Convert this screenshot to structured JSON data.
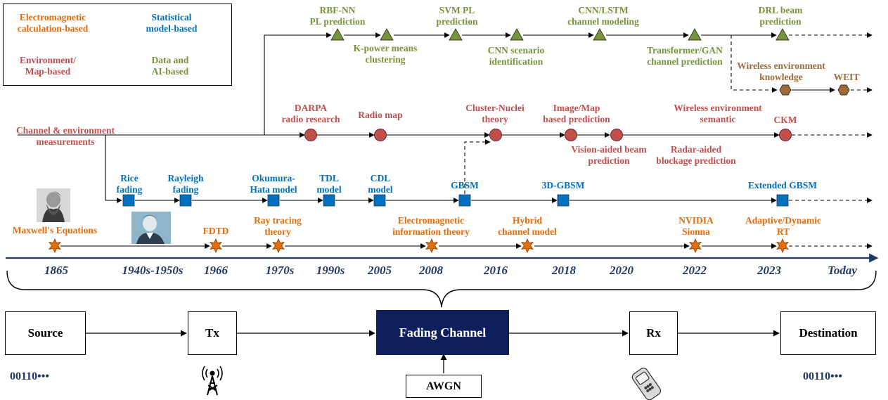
{
  "legend": {
    "em": "Electromagnetic\ncalculation-based",
    "stat": "Statistical\nmodel-based",
    "env": "Environment/\nMap-based",
    "ai": "Data and\nAI-based"
  },
  "timeline": {
    "years": [
      "1865",
      "1940s-1950s",
      "1966",
      "1970s",
      "1990s",
      "2005",
      "2008",
      "2016",
      "2018",
      "2020",
      "2022",
      "2023",
      "Today"
    ]
  },
  "em_track": [
    "Maxwell's Equations",
    "FDTD",
    "Ray tracing\ntheory",
    "Electromagnetic\ninformation theory",
    "Hybrid\nchannel model",
    "NVIDIA\nSionna",
    "Adaptive/Dynamic\nRT"
  ],
  "stat_track": [
    "Rice\nfading",
    "Rayleigh\nfading",
    "Okumura-\nHata model",
    "TDL\nmodel",
    "CDL\nmodel",
    "GBSM",
    "3D-GBSM",
    "Extended GBSM"
  ],
  "env_track": [
    "Channel & environment\nmeasurements",
    "DARPA\nradio research",
    "Radio map",
    "Cluster-Nuclei\ntheory",
    "Image/Map\nbased prediction",
    "Vision-aided beam\nprediction",
    "Radar-aided\nblockage prediction",
    "Wireless environment\nsemantic",
    "CKM"
  ],
  "ai_track": [
    "RBF-NN\nPL prediction",
    "K-power means\nclustering",
    "SVM PL\nprediction",
    "CNN scenario\nidentification",
    "CNN/LSTM\nchannel modeling",
    "Transformer/GAN\nchannel prediction",
    "DRL beam\nprediction"
  ],
  "weit_track": [
    "Wireless environment\nknowledge",
    "WEIT"
  ],
  "system": {
    "source": "Source",
    "tx": "Tx",
    "channel": "Fading Channel",
    "rx": "Rx",
    "destination": "Destination",
    "noise": "AWGN",
    "bits_in": "00110•••",
    "bits_out": "00110•••"
  },
  "colors": {
    "em": "#E46C0A",
    "stat": "#0070C0",
    "env": "#C0504D",
    "ai": "#77933C",
    "weit": "#9C6B3E",
    "axis": "#1F3864",
    "channel_fill": "#0F1F5C"
  }
}
